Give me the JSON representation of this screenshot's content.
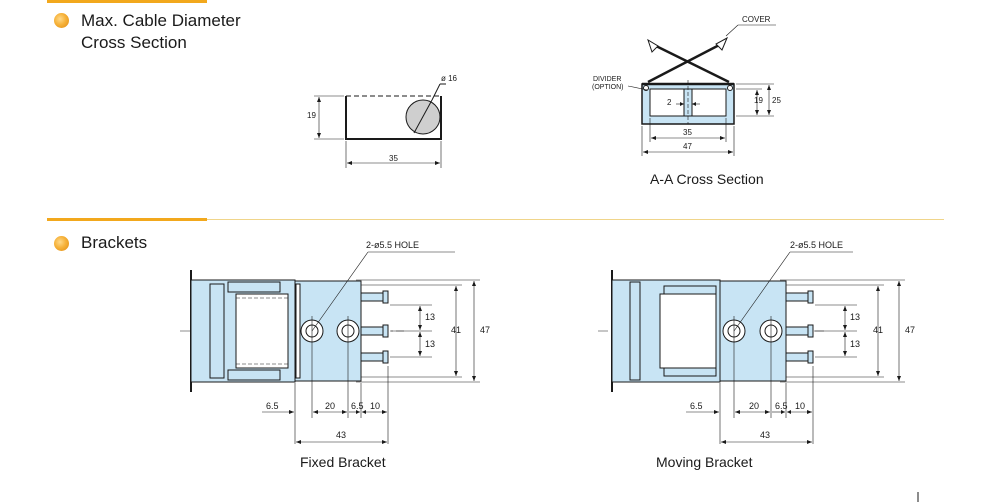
{
  "sections": {
    "cable": {
      "title_line1": "Max. Cable Diameter",
      "title_line2": "Cross Section"
    },
    "brackets": {
      "title": "Brackets"
    }
  },
  "cross_section": {
    "diameter_label": "ø 16",
    "height_label": "19",
    "width_label": "35"
  },
  "aa_section": {
    "cover_label": "COVER",
    "divider_label_1": "DIVIDER",
    "divider_label_2": "(OPTION)",
    "gap_label": "2",
    "inner_height_label": "19",
    "outer_height_label": "25",
    "inner_width_label": "35",
    "outer_width_label": "47",
    "caption": "A-A Cross Section"
  },
  "fixed_bracket": {
    "hole_label": "2-ø5.5 HOLE",
    "dims": {
      "pitch_top": "13",
      "pitch_bottom": "13",
      "inner": "41",
      "outer": "47",
      "d1": "6.5",
      "d2": "20",
      "d3": "6.5",
      "d4": "10",
      "total": "43"
    },
    "caption": "Fixed Bracket"
  },
  "moving_bracket": {
    "hole_label": "2-ø5.5 HOLE",
    "dims": {
      "pitch_top": "13",
      "pitch_bottom": "13",
      "inner": "41",
      "outer": "47",
      "d1": "6.5",
      "d2": "20",
      "d3": "6.5",
      "d4": "10",
      "total": "43"
    },
    "caption": "Moving Bracket"
  },
  "colors": {
    "accent": "#f2a81d",
    "part_fill": "#c8e4f4",
    "line": "#1a1a1a"
  }
}
